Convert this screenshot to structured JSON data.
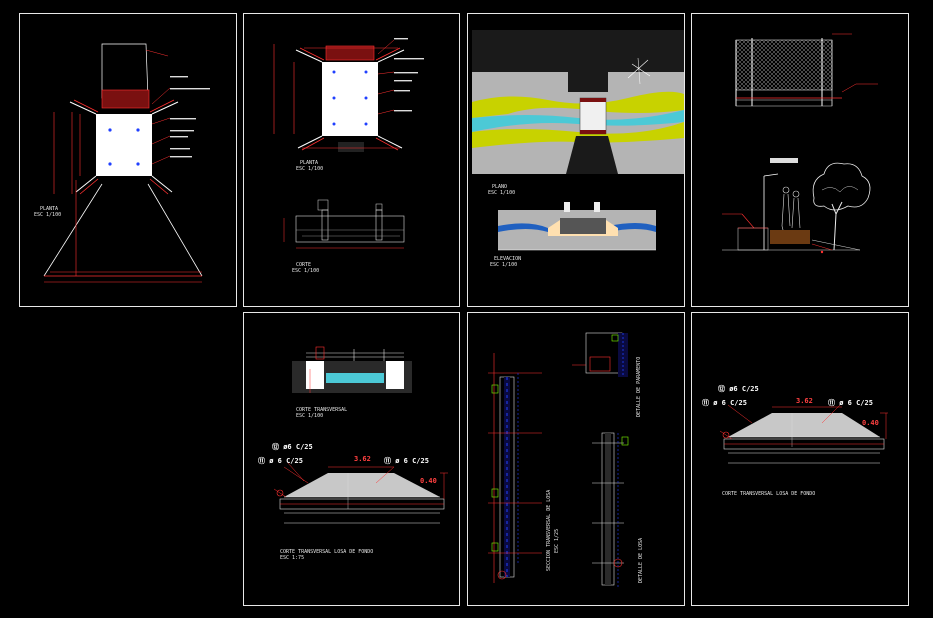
{
  "colors": {
    "background": "#000000",
    "frame": "#e8e8e8",
    "dimension": "#ff2020",
    "concrete": "#c8c8c8",
    "water": "#4cc9d6",
    "terrain": "#c8d200",
    "rebar": "#2040ff"
  },
  "sheets": [
    {
      "id": "s1",
      "caption": "PLANTA",
      "scale": "ESC 1/100"
    },
    {
      "id": "s2",
      "caption": "PLANTA",
      "scale": "ESC 1/100",
      "section_caption": "CORTE",
      "section_scale": "ESC 1/100"
    },
    {
      "id": "s3",
      "caption": "PLANO",
      "scale": "ESC 1/100",
      "elevation_caption": "ELEVACION",
      "elevation_scale": "ESC 1/100"
    },
    {
      "id": "s4"
    },
    {
      "id": "s5",
      "section_caption": "CORTE TRANSVERSAL",
      "section_scale": "ESC 1/100",
      "slab": {
        "bar_left_top": "⑫ ø6 C/25",
        "bar_left": "⑪ ø 6 C/25",
        "bar_right": "⑪ ø 6 C/25",
        "width": "3.62",
        "side": "0.40"
      },
      "slab_caption": "CORTE TRANSVERSAL LOSA DE FONDO",
      "slab_scale": "ESC 1:75"
    },
    {
      "id": "s6",
      "section_caption": "SECCION TRANSVERSAL DE LOSA",
      "section_scale": "ESC 1/25",
      "detail_caption_top": "DETALLE DE PARAMENTO",
      "detail_caption_bottom": "DETALLE DE LOSA"
    },
    {
      "id": "s7",
      "slab": {
        "bar_left_top": "⑫ ø6 C/25",
        "bar_left": "⑪ ø 6 C/25",
        "bar_right": "⑪ ø 6 C/25",
        "width": "3.62",
        "side": "0.40"
      },
      "slab_caption": "CORTE TRANSVERSAL LOSA DE FONDO"
    }
  ]
}
